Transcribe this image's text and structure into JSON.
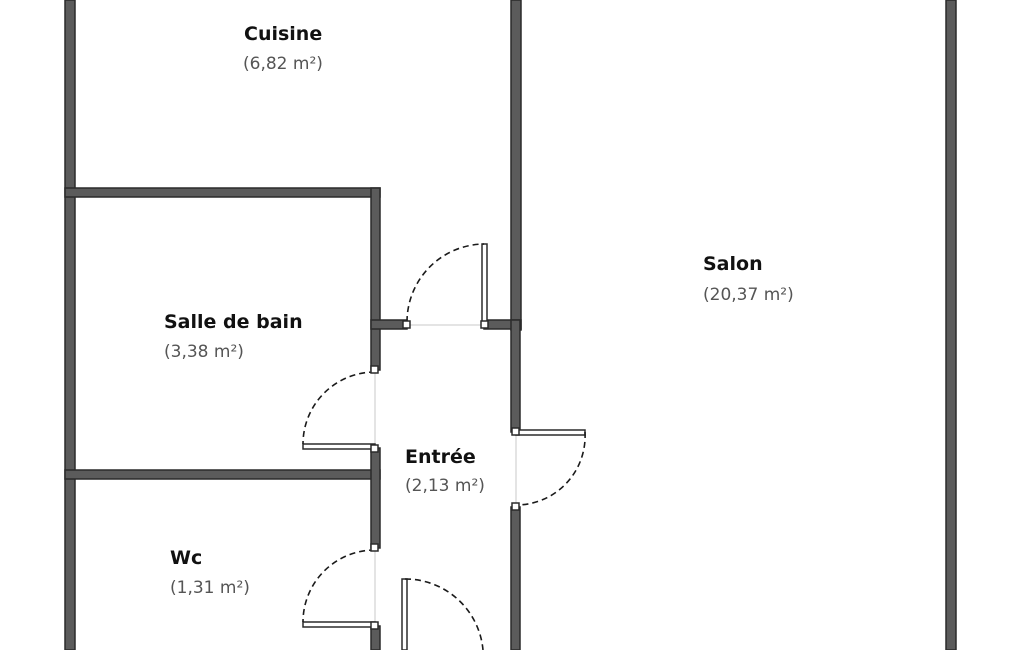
{
  "rooms": [
    {
      "id": "cuisine",
      "name": "Cuisine",
      "area": "(6,82 m²)"
    },
    {
      "id": "salon",
      "name": "Salon",
      "area": "(20,37 m²)"
    },
    {
      "id": "salle-de-bain",
      "name": "Salle de bain",
      "area": "(3,38 m²)"
    },
    {
      "id": "entree",
      "name": "Entrée",
      "area": "(2,13 m²)"
    },
    {
      "id": "wc",
      "name": "Wc",
      "area": "(1,31 m²)"
    }
  ],
  "colors": {
    "wall_fill": "#5b5b5b",
    "wall_outline": "#2b2b2b",
    "background": "#ffffff",
    "label": "#111111",
    "area_label": "#555555"
  }
}
